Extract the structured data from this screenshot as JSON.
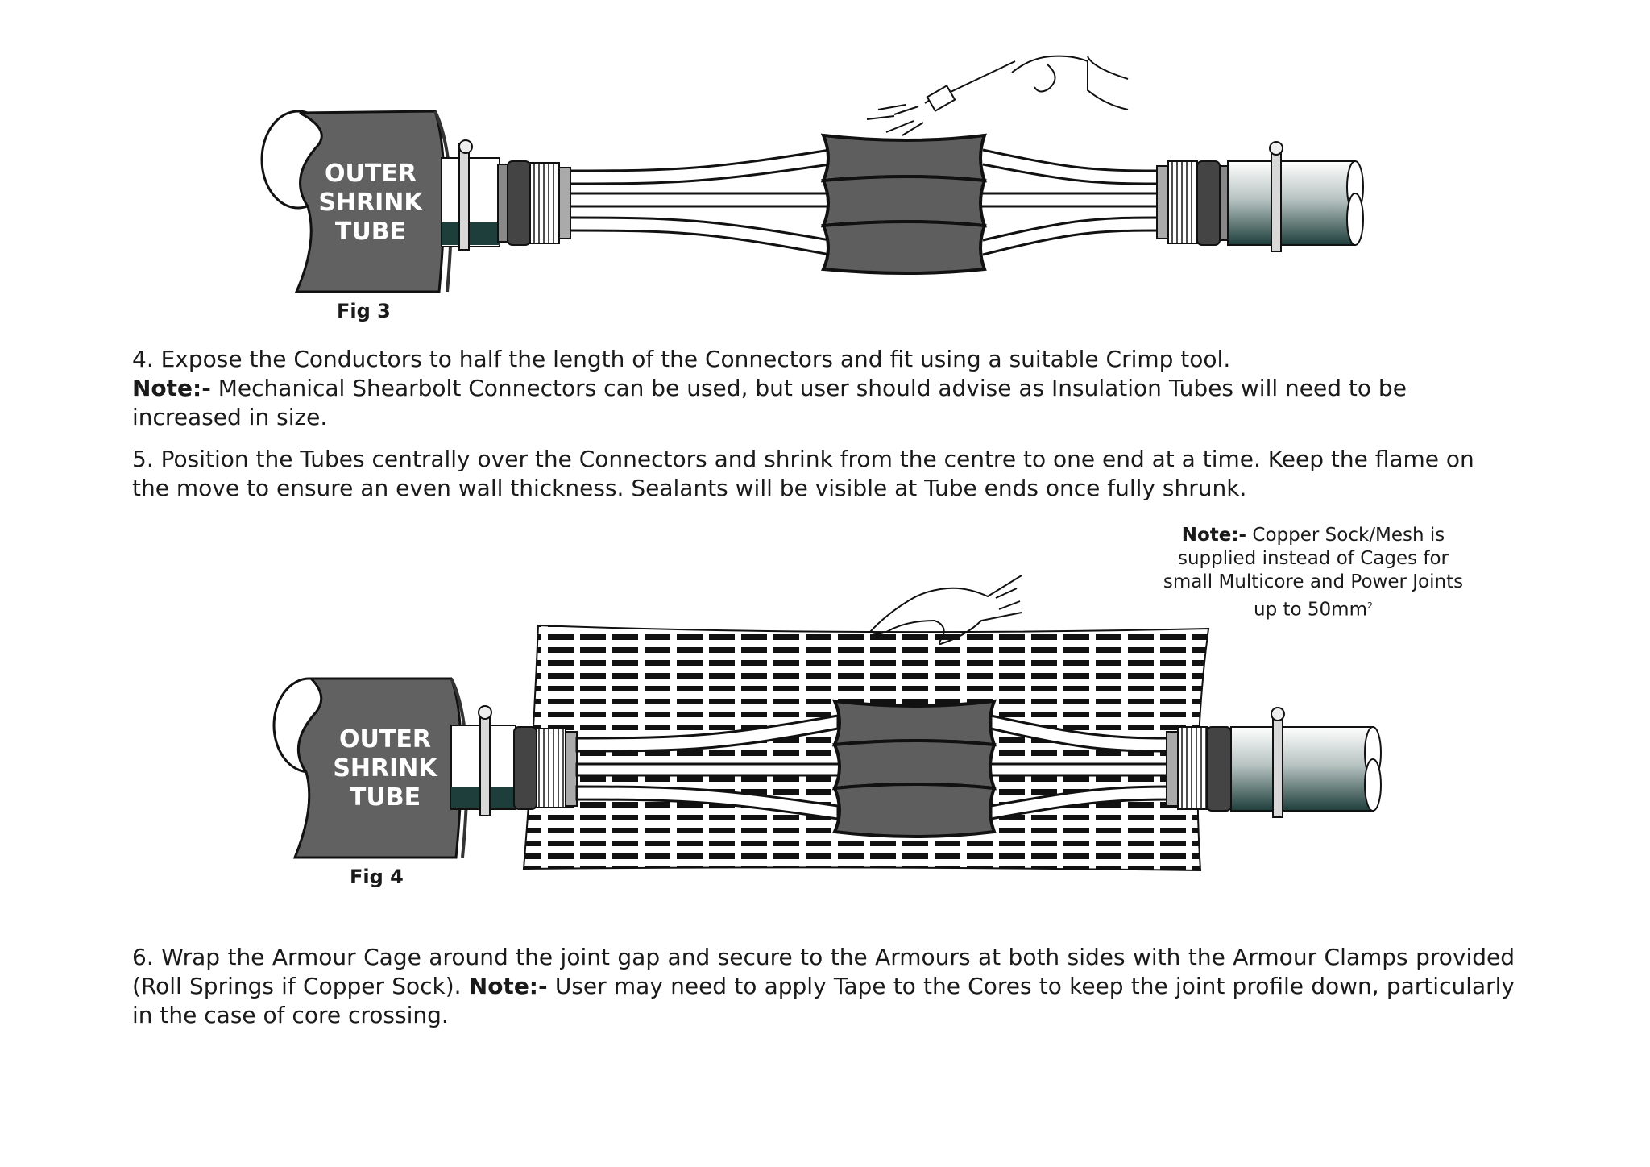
{
  "fig3": {
    "tube_label_lines": [
      "OUTER",
      "SHRINK",
      "TUBE"
    ],
    "caption": "Fig 3"
  },
  "fig4": {
    "tube_label_lines": [
      "OUTER",
      "SHRINK",
      "TUBE"
    ],
    "caption": "Fig 4"
  },
  "steps": {
    "step4": {
      "text": "4. Expose the Conductors to half the length of the Connectors and fit using a suitable Crimp tool.",
      "note_label": "Note:-",
      "note_text": " Mechanical Shearbolt Connectors can be used, but user should advise as Insulation Tubes will need to be increased in size."
    },
    "step5": {
      "text": "5. Position the Tubes centrally over the Connectors and shrink from the centre  to one end at a time. Keep the flame on the move to ensure an even wall thickness. Sealants will be visible at Tube ends once fully shrunk."
    },
    "step6": {
      "text_a": "6. Wrap the Armour Cage around the joint gap and secure to the Armours at both sides with the Armour Clamps provided (Roll Springs if Copper Sock). ",
      "note_label": "Note:-",
      "text_b": " User may need to apply Tape to the Cores to keep the joint profile down, particularly in the case of core crossing."
    }
  },
  "side_note": {
    "label": "Note:-",
    "text": "  Copper Sock/Mesh is supplied instead of Cages for small Multicore and Power Joints up to 50mm",
    "superscript": "2"
  }
}
